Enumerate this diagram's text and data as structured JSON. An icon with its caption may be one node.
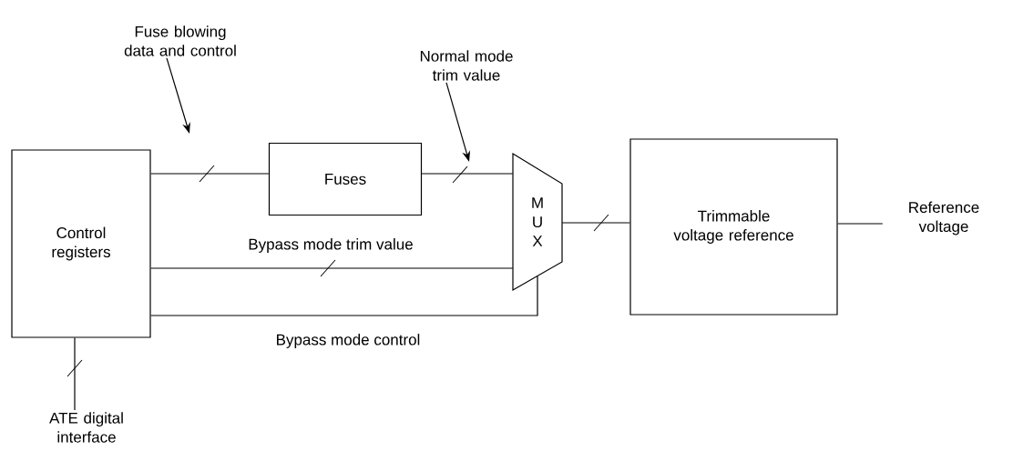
{
  "diagram": {
    "nodes": [
      {
        "text": [
          "Control registers"
        ]
      },
      {
        "text": [
          "Fuses"
        ]
      },
      {
        "text": [
          "M U X"
        ]
      },
      {
        "text": [
          "Trimmable voltage reference"
        ]
      },
      {
        "text": [
          "Reference voltage"
        ]
      },
      {
        "text": [
          "ATE digital interface"
        ]
      },
      {
        "text": [
          "Fuse blowing data and control"
        ]
      },
      {
        "text": [
          "Normal mode trim value"
        ]
      }
    ],
    "edges": [
      {
        "from": 0,
        "to": 1,
        "arrow": "none"
      },
      {
        "from": 1,
        "to": 2,
        "arrow": "none"
      },
      {
        "from": 0,
        "to": 2,
        "arrow": "none",
        "label": "Bypass mode trim value"
      },
      {
        "from": 0,
        "to": 2,
        "arrow": "none",
        "label": "Bypass mode control"
      },
      {
        "from": 2,
        "to": 3,
        "arrow": "none"
      },
      {
        "from": 3,
        "to": 4,
        "arrow": "none"
      },
      {
        "from": 0,
        "to": 5,
        "arrow": "none"
      },
      {
        "from": 6,
        "to": null,
        "arrow": "to"
      },
      {
        "from": 7,
        "to": null,
        "arrow": "to"
      }
    ]
  }
}
